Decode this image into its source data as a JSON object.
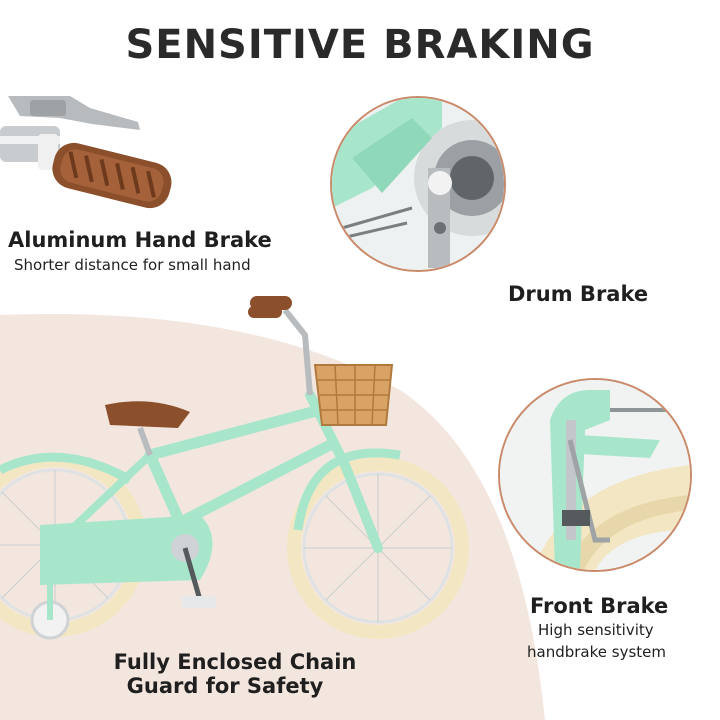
{
  "title": "SENSITIVE BRAKING",
  "hand_brake": {
    "label": "Aluminum Hand Brake",
    "sub": "Shorter distance for small hand"
  },
  "drum_brake": {
    "label": "Drum Brake"
  },
  "front_brake": {
    "label": "Front Brake",
    "sub_line1": "High sensitivity",
    "sub_line2": "handbrake system"
  },
  "chain_guard": {
    "line1": "Fully Enclosed Chain",
    "line2": "Guard for Safety"
  },
  "colors": {
    "mint": "#a8e6cc",
    "tire": "#f3e6c2",
    "brown": "#8a5232",
    "background_blush": "#f3e6df",
    "circle_border": "#c98a6a"
  }
}
